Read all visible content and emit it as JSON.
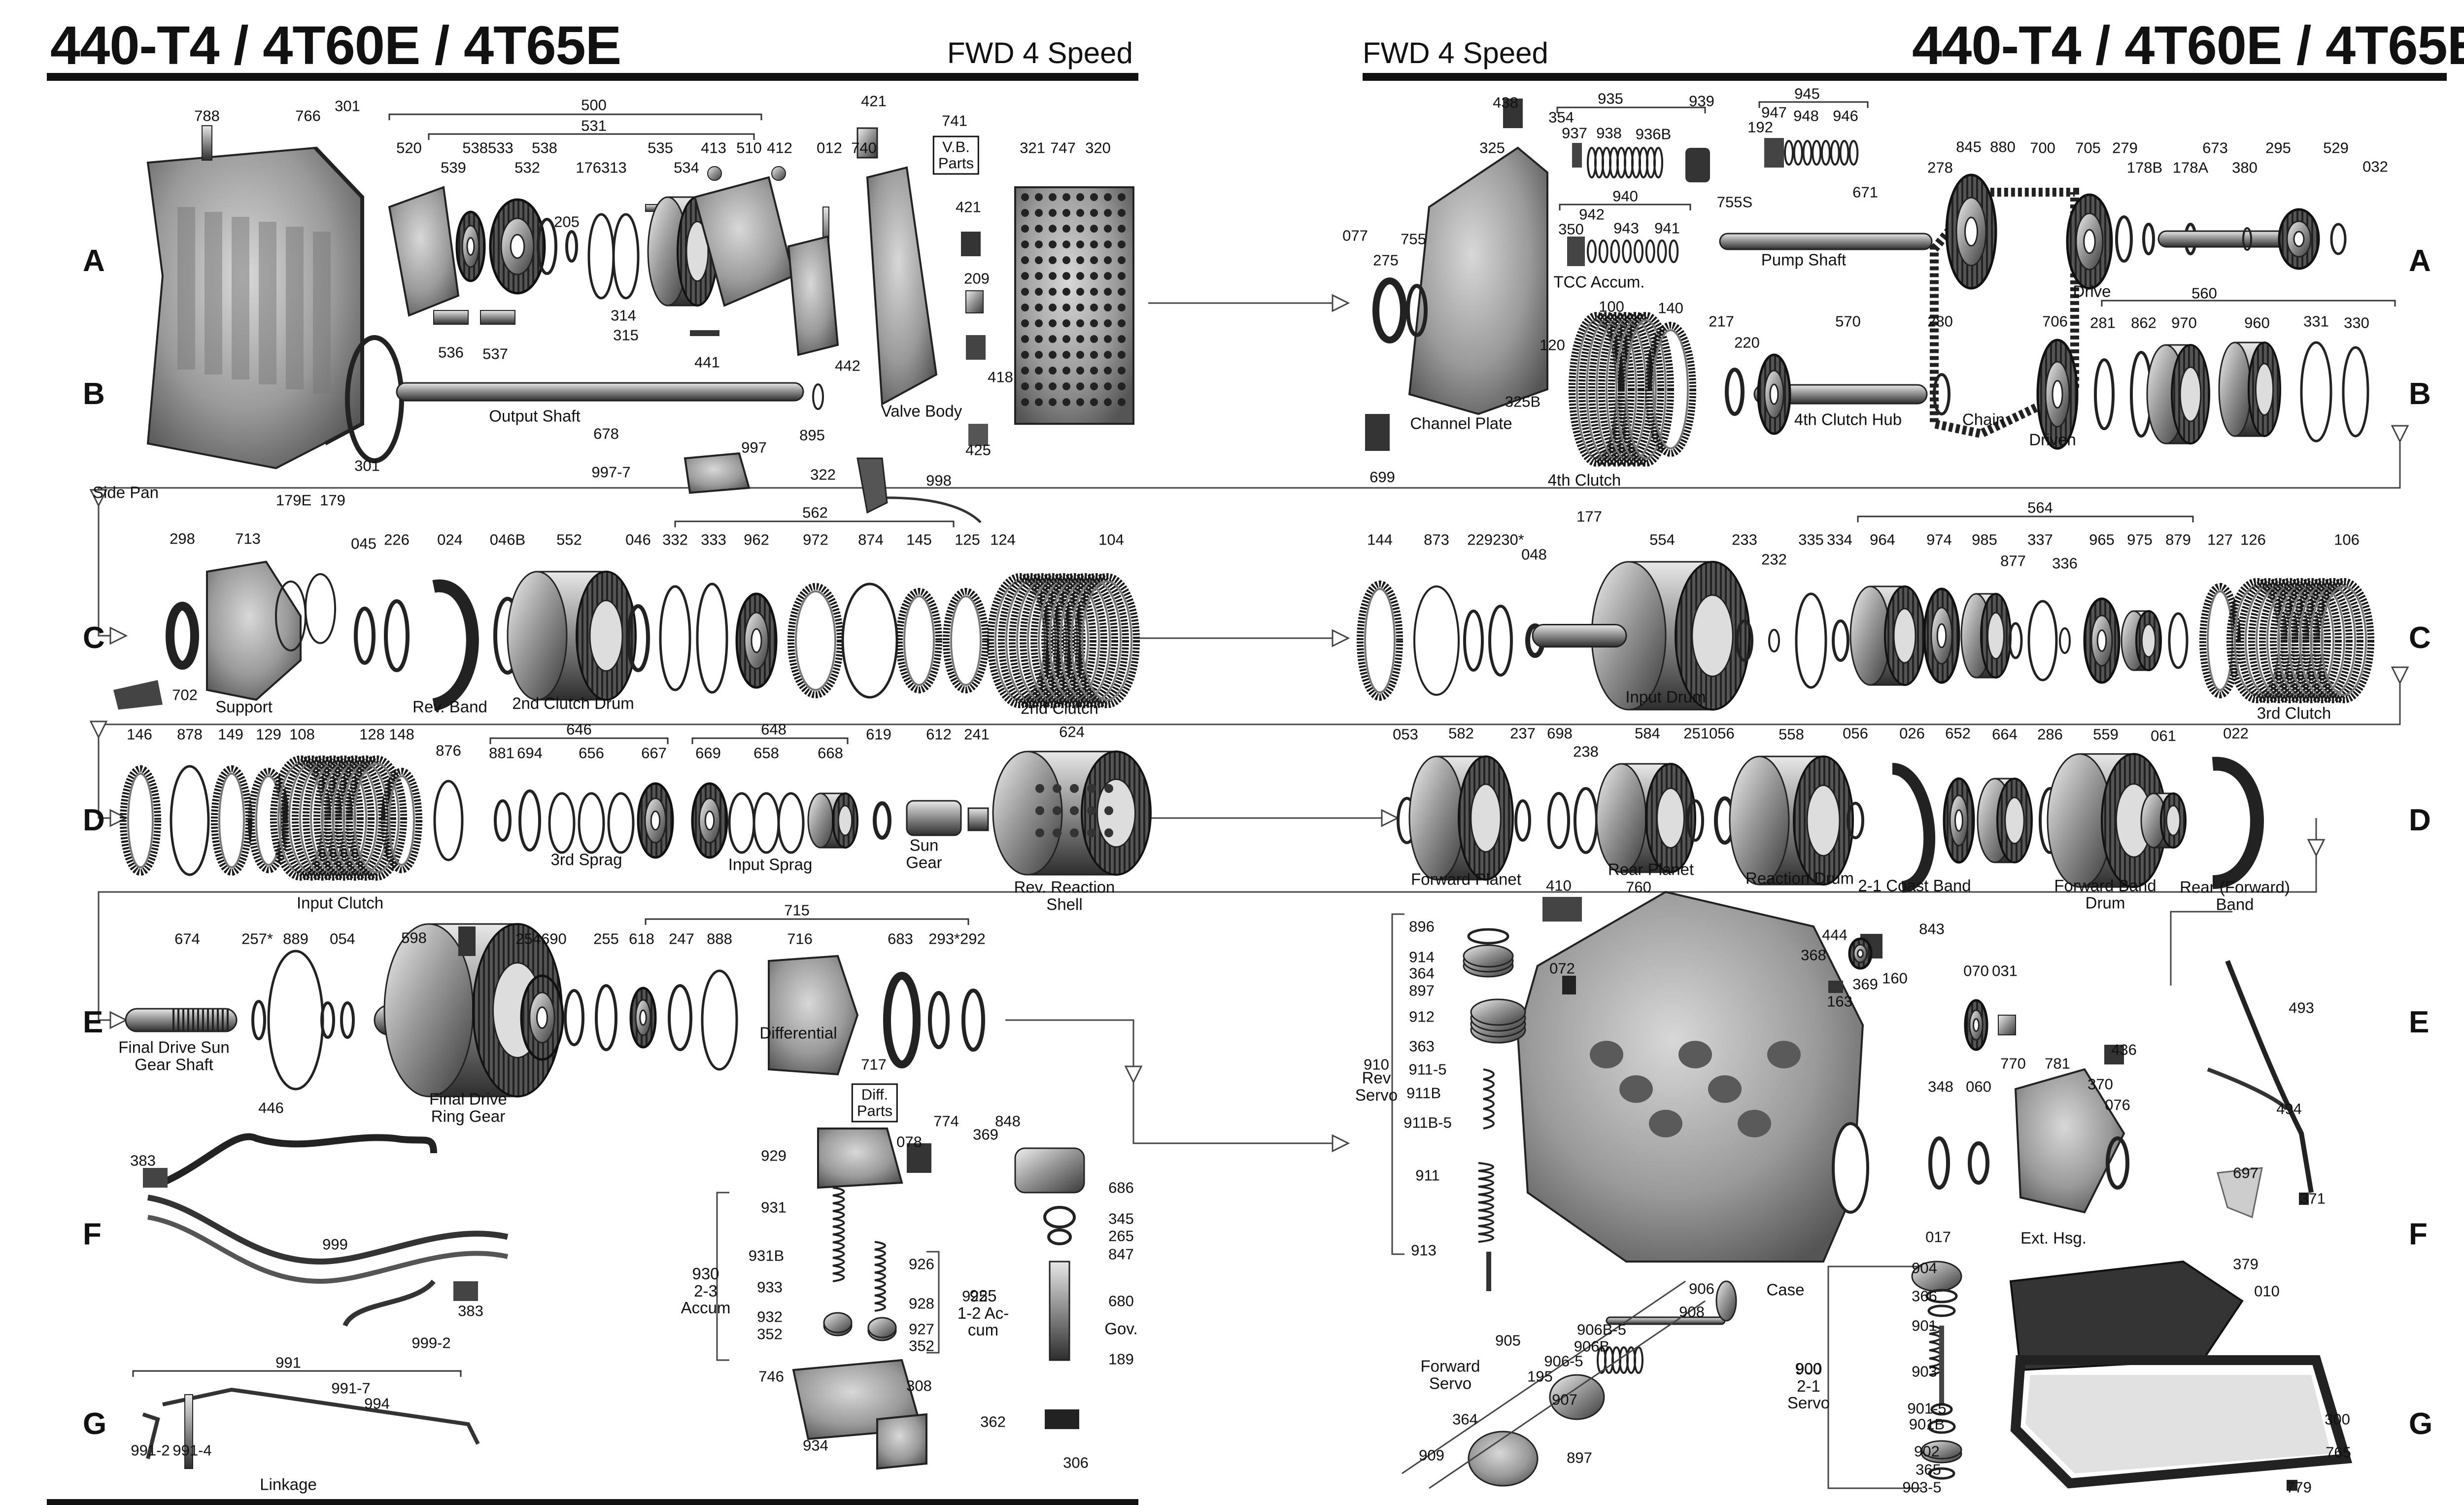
{
  "header": {
    "title_left": "440-T4 / 4T60E / 4T65E",
    "subtitle_left": "FWD 4 Speed",
    "subtitle_right": "FWD 4 Speed",
    "title_right": "440-T4 / 4T60E / 4T65E"
  },
  "row_labels": [
    "A",
    "B",
    "C",
    "D",
    "E",
    "F",
    "G"
  ],
  "parts": [
    [
      "788",
      420,
      235
    ],
    [
      "766",
      625,
      235
    ],
    [
      "301",
      705,
      215
    ],
    [
      "500",
      1205,
      213
    ],
    [
      "531",
      1205,
      255
    ],
    [
      "520",
      830,
      300
    ],
    [
      "539",
      920,
      340
    ],
    [
      "538533",
      990,
      300
    ],
    [
      "532",
      1070,
      340
    ],
    [
      "538",
      1105,
      300
    ],
    [
      "176313",
      1220,
      340
    ],
    [
      "535",
      1340,
      300
    ],
    [
      "534",
      1393,
      340
    ],
    [
      "413",
      1448,
      300
    ],
    [
      "510",
      1520,
      300
    ],
    [
      "412",
      1582,
      300
    ],
    [
      "421",
      1773,
      205
    ],
    [
      "741",
      1937,
      245
    ],
    [
      "012",
      1683,
      300
    ],
    [
      "740",
      1753,
      300
    ],
    [
      "321",
      2095,
      300
    ],
    [
      "747",
      2157,
      300
    ],
    [
      "320",
      2228,
      300
    ],
    [
      "205",
      1150,
      450
    ],
    [
      "421",
      1965,
      420
    ],
    [
      "209",
      1982,
      565
    ],
    [
      "314",
      1265,
      640
    ],
    [
      "315",
      1270,
      680
    ],
    [
      "441",
      1435,
      735
    ],
    [
      "536",
      915,
      715
    ],
    [
      "537",
      1005,
      718
    ],
    [
      "442",
      1720,
      742
    ],
    [
      "418",
      2030,
      765
    ],
    [
      "895",
      1648,
      883
    ],
    [
      "997",
      1530,
      908
    ],
    [
      "425",
      1985,
      913
    ],
    [
      "301",
      745,
      945
    ],
    [
      "678",
      1230,
      880
    ],
    [
      "997-7",
      1240,
      958
    ],
    [
      "322",
      1670,
      963
    ],
    [
      "998",
      1905,
      975
    ],
    [
      "438",
      3055,
      208
    ],
    [
      "354",
      3168,
      238
    ],
    [
      "937",
      3195,
      270
    ],
    [
      "938",
      3265,
      270
    ],
    [
      "935",
      3268,
      200
    ],
    [
      "936B",
      3355,
      272
    ],
    [
      "939",
      3453,
      205
    ],
    [
      "945",
      3667,
      190
    ],
    [
      "947",
      3600,
      228
    ],
    [
      "948",
      3665,
      235
    ],
    [
      "946",
      3745,
      235
    ],
    [
      "192",
      3572,
      258
    ],
    [
      "325",
      3028,
      300
    ],
    [
      "845",
      3995,
      298
    ],
    [
      "880",
      4064,
      298
    ],
    [
      "700",
      4145,
      300
    ],
    [
      "705",
      4237,
      300
    ],
    [
      "279",
      4312,
      300
    ],
    [
      "178B",
      4352,
      340
    ],
    [
      "178A",
      4445,
      340
    ],
    [
      "673",
      4495,
      300
    ],
    [
      "380",
      4555,
      340
    ],
    [
      "295",
      4623,
      300
    ],
    [
      "529",
      4740,
      300
    ],
    [
      "032",
      4820,
      338
    ],
    [
      "278",
      3937,
      340
    ],
    [
      "940",
      3298,
      398
    ],
    [
      "755S",
      3520,
      410
    ],
    [
      "671",
      3785,
      390
    ],
    [
      "942",
      3230,
      435
    ],
    [
      "350",
      3188,
      465
    ],
    [
      "943",
      3300,
      463
    ],
    [
      "941",
      3383,
      463
    ],
    [
      "077",
      2750,
      478
    ],
    [
      "275",
      2812,
      528
    ],
    [
      "755",
      2868,
      485
    ],
    [
      "100",
      3270,
      622
    ],
    [
      "140",
      3390,
      625
    ],
    [
      "217",
      3493,
      652
    ],
    [
      "220",
      3545,
      695
    ],
    [
      "570",
      3750,
      652
    ],
    [
      "280",
      3937,
      652
    ],
    [
      "706",
      4170,
      652
    ],
    [
      "281",
      4267,
      655
    ],
    [
      "862",
      4350,
      655
    ],
    [
      "970",
      4432,
      655
    ],
    [
      "560",
      4473,
      595
    ],
    [
      "960",
      4580,
      655
    ],
    [
      "331",
      4700,
      652
    ],
    [
      "330",
      4782,
      655
    ],
    [
      "120",
      3150,
      700
    ],
    [
      "325B",
      3090,
      815
    ],
    [
      "699",
      2805,
      968
    ],
    [
      "298",
      370,
      1093
    ],
    [
      "713",
      503,
      1093
    ],
    [
      "179E",
      596,
      1015
    ],
    [
      "179",
      675,
      1015
    ],
    [
      "045",
      738,
      1103
    ],
    [
      "226",
      805,
      1095
    ],
    [
      "024",
      913,
      1095
    ],
    [
      "046B",
      1030,
      1095
    ],
    [
      "552",
      1155,
      1095
    ],
    [
      "046",
      1295,
      1095
    ],
    [
      "332",
      1370,
      1095
    ],
    [
      "333",
      1448,
      1095
    ],
    [
      "562",
      1654,
      1040
    ],
    [
      "962",
      1535,
      1095
    ],
    [
      "972",
      1655,
      1095
    ],
    [
      "874",
      1767,
      1095
    ],
    [
      "145",
      1865,
      1095
    ],
    [
      "125",
      1963,
      1095
    ],
    [
      "124",
      2035,
      1095
    ],
    [
      "104",
      2255,
      1095
    ],
    [
      "702",
      375,
      1410
    ],
    [
      "144",
      2800,
      1095
    ],
    [
      "873",
      2915,
      1095
    ],
    [
      "229230*",
      3035,
      1095
    ],
    [
      "048",
      3113,
      1125
    ],
    [
      "177",
      3225,
      1048
    ],
    [
      "554",
      3373,
      1095
    ],
    [
      "233",
      3540,
      1095
    ],
    [
      "232",
      3600,
      1135
    ],
    [
      "335",
      3675,
      1095
    ],
    [
      "334",
      3733,
      1095
    ],
    [
      "564",
      4140,
      1030
    ],
    [
      "964",
      3820,
      1095
    ],
    [
      "974",
      3935,
      1095
    ],
    [
      "985",
      4027,
      1095
    ],
    [
      "877",
      4085,
      1138
    ],
    [
      "337",
      4140,
      1095
    ],
    [
      "336",
      4190,
      1143
    ],
    [
      "965",
      4265,
      1095
    ],
    [
      "975",
      4342,
      1095
    ],
    [
      "879",
      4420,
      1095
    ],
    [
      "127",
      4505,
      1095
    ],
    [
      "126",
      4572,
      1095
    ],
    [
      "106",
      4762,
      1095
    ],
    [
      "146",
      283,
      1490
    ],
    [
      "878",
      385,
      1490
    ],
    [
      "149",
      468,
      1490
    ],
    [
      "129",
      545,
      1490
    ],
    [
      "108",
      613,
      1490
    ],
    [
      "128",
      755,
      1490
    ],
    [
      "148",
      815,
      1490
    ],
    [
      "646",
      1175,
      1480
    ],
    [
      "876",
      910,
      1523
    ],
    [
      "881",
      1018,
      1528
    ],
    [
      "694",
      1075,
      1528
    ],
    [
      "656",
      1200,
      1528
    ],
    [
      "667",
      1327,
      1528
    ],
    [
      "648",
      1570,
      1480
    ],
    [
      "669",
      1437,
      1528
    ],
    [
      "658",
      1555,
      1528
    ],
    [
      "668",
      1685,
      1528
    ],
    [
      "619",
      1783,
      1490
    ],
    [
      "612",
      1905,
      1490
    ],
    [
      "241",
      1982,
      1490
    ],
    [
      "624",
      2175,
      1485
    ],
    [
      "053",
      2852,
      1490
    ],
    [
      "582",
      2965,
      1488
    ],
    [
      "237",
      3090,
      1488
    ],
    [
      "698",
      3165,
      1488
    ],
    [
      "238",
      3218,
      1525
    ],
    [
      "584",
      3343,
      1488
    ],
    [
      "251056",
      3468,
      1488
    ],
    [
      "558",
      3635,
      1490
    ],
    [
      "056",
      3765,
      1488
    ],
    [
      "026",
      3880,
      1488
    ],
    [
      "652",
      3973,
      1488
    ],
    [
      "664",
      4068,
      1490
    ],
    [
      "286",
      4160,
      1490
    ],
    [
      "559",
      4273,
      1490
    ],
    [
      "061",
      4390,
      1493
    ],
    [
      "022",
      4537,
      1488
    ],
    [
      "674",
      380,
      1905
    ],
    [
      "257*",
      522,
      1905
    ],
    [
      "889",
      600,
      1905
    ],
    [
      "054",
      695,
      1905
    ],
    [
      "598",
      840,
      1903
    ],
    [
      "254690",
      1098,
      1905
    ],
    [
      "255",
      1230,
      1905
    ],
    [
      "715",
      1617,
      1847
    ],
    [
      "618",
      1302,
      1905
    ],
    [
      "247",
      1383,
      1905
    ],
    [
      "888",
      1460,
      1905
    ],
    [
      "716",
      1623,
      1905
    ],
    [
      "683",
      1827,
      1905
    ],
    [
      "293*292",
      1942,
      1905
    ],
    [
      "717",
      1773,
      2160
    ],
    [
      "446",
      550,
      2248
    ],
    [
      "383",
      290,
      2355
    ],
    [
      "774",
      1920,
      2275
    ],
    [
      "848",
      2045,
      2275
    ],
    [
      "078",
      1845,
      2317
    ],
    [
      "369",
      2000,
      2302
    ],
    [
      "929",
      1570,
      2345
    ],
    [
      "686",
      2275,
      2410
    ],
    [
      "345",
      2275,
      2473
    ],
    [
      "265",
      2275,
      2508
    ],
    [
      "847",
      2275,
      2545
    ],
    [
      "931",
      1570,
      2450
    ],
    [
      "926",
      1870,
      2565
    ],
    [
      "931B",
      1555,
      2548
    ],
    [
      "925",
      1978,
      2630
    ],
    [
      "933",
      1562,
      2612
    ],
    [
      "928",
      1870,
      2645
    ],
    [
      "932",
      1562,
      2672
    ],
    [
      "927",
      1870,
      2697
    ],
    [
      "352",
      1562,
      2707
    ],
    [
      "352",
      1870,
      2731
    ],
    [
      "680",
      2275,
      2640
    ],
    [
      "999",
      680,
      2525
    ],
    [
      "383",
      955,
      2660
    ],
    [
      "999-2",
      875,
      2725
    ],
    [
      "991",
      585,
      2765
    ],
    [
      "189",
      2275,
      2758
    ],
    [
      "746",
      1565,
      2793
    ],
    [
      "308",
      1865,
      2812
    ],
    [
      "991-7",
      712,
      2817
    ],
    [
      "994",
      765,
      2848
    ],
    [
      "362",
      2015,
      2885
    ],
    [
      "991-2",
      305,
      2943
    ],
    [
      "991-4",
      390,
      2943
    ],
    [
      "934",
      1655,
      2933
    ],
    [
      "306",
      2183,
      2968
    ],
    [
      "410",
      3163,
      1797
    ],
    [
      "760",
      3325,
      1800
    ],
    [
      "896",
      2885,
      1880
    ],
    [
      "444",
      3723,
      1897
    ],
    [
      "843",
      3920,
      1885
    ],
    [
      "914",
      2885,
      1942
    ],
    [
      "364",
      2885,
      1975
    ],
    [
      "368",
      3680,
      1938
    ],
    [
      "897",
      2885,
      2010
    ],
    [
      "072",
      3170,
      1965
    ],
    [
      "369",
      3785,
      1997
    ],
    [
      "160",
      3845,
      1985
    ],
    [
      "070",
      4010,
      1970
    ],
    [
      "031",
      4068,
      1970
    ],
    [
      "163",
      3733,
      2032
    ],
    [
      "493",
      4670,
      2045
    ],
    [
      "912",
      2885,
      2063
    ],
    [
      "910",
      2793,
      2160
    ],
    [
      "363",
      2885,
      2123
    ],
    [
      "436",
      4310,
      2130
    ],
    [
      "911-5",
      2897,
      2170
    ],
    [
      "370",
      4262,
      2200
    ],
    [
      "911B",
      2889,
      2218
    ],
    [
      "770",
      4085,
      2158
    ],
    [
      "781",
      4175,
      2158
    ],
    [
      "348",
      3938,
      2205
    ],
    [
      "060",
      4015,
      2205
    ],
    [
      "076",
      4297,
      2242
    ],
    [
      "494",
      4645,
      2250
    ],
    [
      "911B-5",
      2897,
      2278
    ],
    [
      "911",
      2897,
      2385
    ],
    [
      "697",
      4557,
      2380
    ],
    [
      "371",
      4693,
      2432
    ],
    [
      "017",
      3933,
      2510
    ],
    [
      "913",
      2889,
      2537
    ],
    [
      "904",
      3905,
      2573
    ],
    [
      "379",
      4557,
      2565
    ],
    [
      "906",
      3453,
      2615
    ],
    [
      "366",
      3905,
      2630
    ],
    [
      "010",
      4600,
      2620
    ],
    [
      "908",
      3433,
      2662
    ],
    [
      "905",
      3060,
      2720
    ],
    [
      "906B-5",
      3250,
      2698
    ],
    [
      "901",
      3905,
      2690
    ],
    [
      "906B",
      3230,
      2732
    ],
    [
      "906-5",
      3173,
      2762
    ],
    [
      "900",
      3670,
      2777
    ],
    [
      "195",
      3125,
      2793
    ],
    [
      "903",
      3905,
      2783
    ],
    [
      "907",
      3175,
      2840
    ],
    [
      "364",
      2973,
      2880
    ],
    [
      "300",
      4743,
      2880
    ],
    [
      "901-5",
      3910,
      2858
    ],
    [
      "901B",
      3910,
      2890
    ],
    [
      "897",
      3205,
      2958
    ],
    [
      "909",
      2905,
      2953
    ],
    [
      "902",
      3910,
      2945
    ],
    [
      "765",
      4745,
      2947
    ],
    [
      "365",
      3913,
      2982
    ],
    [
      "903-5",
      3900,
      3018
    ],
    [
      "779",
      4665,
      3018
    ]
  ],
  "captions": [
    [
      "Side Pan",
      255,
      1000
    ],
    [
      "Output Shaft",
      1085,
      845
    ],
    [
      "Valve Body",
      1870,
      835
    ],
    [
      "Channel Plate",
      2965,
      860
    ],
    [
      "Pump Shaft",
      3660,
      528
    ],
    [
      "Drive",
      4245,
      592
    ],
    [
      "TCC Accum.",
      3245,
      573
    ],
    [
      "4th Clutch Hub",
      3750,
      852
    ],
    [
      "Chain",
      4025,
      852
    ],
    [
      "Driven",
      4165,
      893
    ],
    [
      "4th Clutch",
      3215,
      975
    ],
    [
      "Support",
      495,
      1435
    ],
    [
      "Rev. Band",
      913,
      1435
    ],
    [
      "2nd Clutch Drum",
      1163,
      1428
    ],
    [
      "2nd Clutch",
      2150,
      1438
    ],
    [
      "Input Drum",
      3380,
      1415
    ],
    [
      "3rd Clutch",
      4655,
      1448
    ],
    [
      "3rd Sprag",
      1190,
      1745
    ],
    [
      "Input Sprag",
      1563,
      1755
    ],
    [
      "Sun\nGear",
      1875,
      1733
    ],
    [
      "Input Clutch",
      690,
      1833
    ],
    [
      "Rev. Reaction\nShell",
      2160,
      1818
    ],
    [
      "Forward Planet",
      2975,
      1785
    ],
    [
      "Rear Planet",
      3350,
      1765
    ],
    [
      "Reaction Drum",
      3652,
      1783
    ],
    [
      "2-1 Coast Band",
      3885,
      1798
    ],
    [
      "Forward Band\nDrum",
      4272,
      1815
    ],
    [
      "Rear (Forward)\nBand",
      4535,
      1818
    ],
    [
      "Final Drive Sun\nGear Shaft",
      353,
      2143
    ],
    [
      "Final Drive\nRing Gear",
      950,
      2248
    ],
    [
      "Differential",
      1620,
      2097
    ],
    [
      "Case",
      3623,
      2618
    ],
    [
      "Ext. Hsg.",
      4167,
      2513
    ],
    [
      "Rev\nServo",
      2793,
      2205
    ],
    [
      "930\n2-3\nAccum",
      1432,
      2620
    ],
    [
      "925\n1-2 Ac-\ncum",
      1995,
      2665
    ],
    [
      "Gov.",
      2275,
      2697
    ],
    [
      "Forward\nServo",
      2943,
      2790
    ],
    [
      "900\n2-1\nServo",
      3670,
      2813
    ],
    [
      "Linkage",
      585,
      3013
    ]
  ],
  "boxes": [
    [
      "V.B.\nParts",
      1940,
      315
    ],
    [
      "Diff.\nParts",
      1775,
      2238
    ]
  ],
  "icons": [
    "bolt-icon",
    "gasket-icon",
    "ring-icon",
    "clutch-plate-icon",
    "gear-icon",
    "drum-icon",
    "shaft-icon",
    "spring-icon",
    "band-icon",
    "bearing-icon",
    "sprag-icon",
    "piston-icon",
    "valve-body-icon",
    "case-housing-icon",
    "chain-icon",
    "oil-pan-icon",
    "filter-icon",
    "wiring-harness-icon",
    "linkage-icon",
    "arrow-icon"
  ]
}
